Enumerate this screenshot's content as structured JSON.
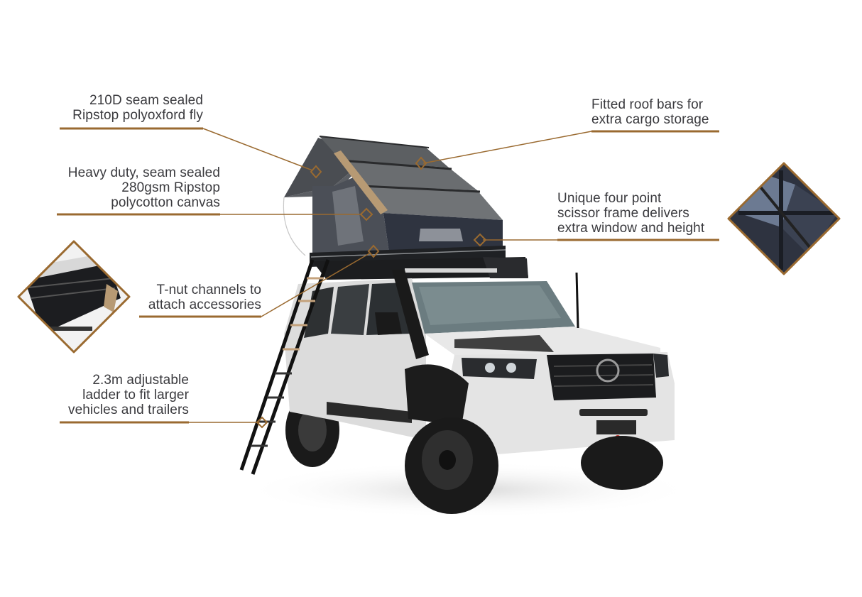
{
  "diagram": {
    "subject": "Rooftop tent mounted on 4x4 SUV with ladder",
    "accent_color": "#9a6a30",
    "text_color": "#3a3a3e",
    "callouts": [
      {
        "id": "fly",
        "lines": [
          "210D seam sealed",
          "Ripstop polyoxford fly"
        ]
      },
      {
        "id": "canvas",
        "lines": [
          "Heavy duty, seam sealed",
          "280gsm Ripstop",
          "polycotton canvas"
        ]
      },
      {
        "id": "tnut",
        "lines": [
          "T-nut channels to",
          "attach accessories"
        ]
      },
      {
        "id": "ladder",
        "lines": [
          "2.3m adjustable",
          "ladder to fit larger",
          "vehicles and trailers"
        ]
      },
      {
        "id": "roofbars",
        "lines": [
          "Fitted roof bars for",
          "extra cargo storage"
        ]
      },
      {
        "id": "scissor",
        "lines": [
          "Unique four point",
          "scissor frame delivers",
          "extra window and height"
        ]
      }
    ],
    "insets": [
      {
        "id": "tnut-detail",
        "depicts": "closeup of tent base T-nut channel"
      },
      {
        "id": "scissor-detail",
        "depicts": "closeup of tent interior scissor frame"
      }
    ]
  }
}
